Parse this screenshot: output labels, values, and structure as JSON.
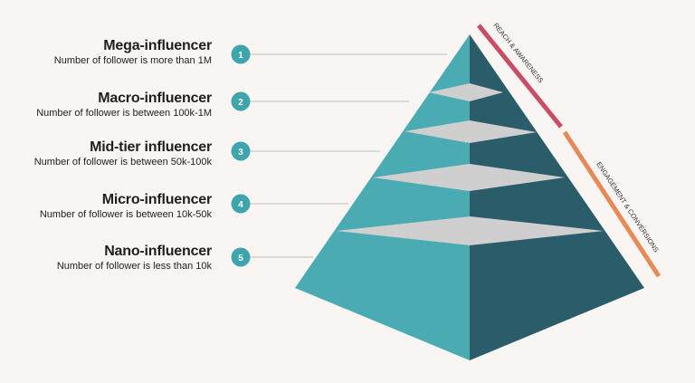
{
  "tiers": [
    {
      "number": "1",
      "title": "Mega-influencer",
      "description": "Number of follower is more than 1M"
    },
    {
      "number": "2",
      "title": "Macro-influencer",
      "description": "Number of follower is between 100k-1M"
    },
    {
      "number": "3",
      "title": "Mid-tier influencer",
      "description": "Number of follower is between 50k-100k"
    },
    {
      "number": "4",
      "title": "Micro-influencer",
      "description": "Number of follower is between 10k-50k"
    },
    {
      "number": "5",
      "title": "Nano-influencer",
      "description": "Number of follower is less than 10k"
    }
  ],
  "bands": {
    "reach_label": "REACH & AWARENESS",
    "engagement_label": "ENGAGEMENT & CONVERSIONS"
  },
  "colors": {
    "background": "#f8f5f2",
    "pyramid_light": "#4aabb2",
    "pyramid_dark": "#2a5d69",
    "separator": "#cfcfcf",
    "badge": "#3ea5ad",
    "reach_band": "#c94d67",
    "engagement_band": "#e88a55"
  }
}
